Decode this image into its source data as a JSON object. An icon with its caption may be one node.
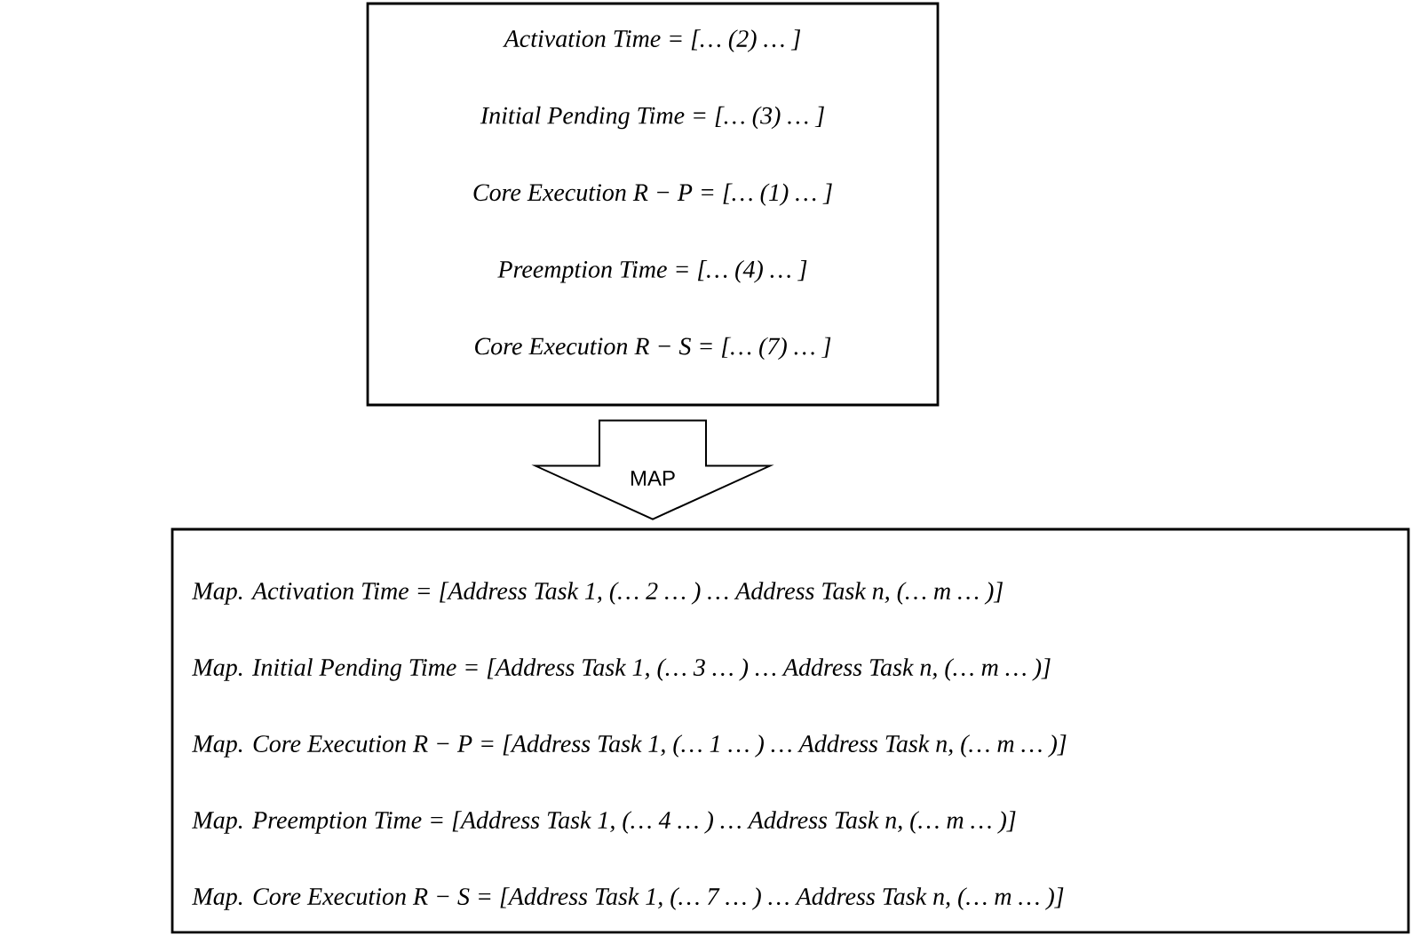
{
  "diagram": {
    "nodes": [
      {
        "text": [
          "Activation Time = [… (2) … ]",
          "Initial Pending Time = [… (3) … ]",
          "Core Execution R − P = [… (1) … ]",
          "Preemption Time = [… (4) … ]",
          "Core Execution R − S = [… (7) … ]"
        ]
      },
      {
        "text": [
          "Map. Activation Time = [Address Task 1, (… 2 … ) … Address Task n, (… m … )]",
          "Map. Initial Pending Time = [Address Task 1, (… 3 … ) … Address Task n, (… m … )]",
          "Map. Core Execution R − P = [Address Task 1, (… 1 … ) … Address Task n, (… m … )]",
          "Map. Preemption Time = [Address Task 1, (… 4 … ) … Address Task n, (… m … )]",
          "Map. Core Execution R − S = [Address Task 1, (… 7 … ) … Address Task n, (… m … )]"
        ]
      }
    ],
    "edges": [
      {
        "from": 0,
        "to": 1,
        "arrow": "to",
        "label": "MAP"
      }
    ]
  }
}
